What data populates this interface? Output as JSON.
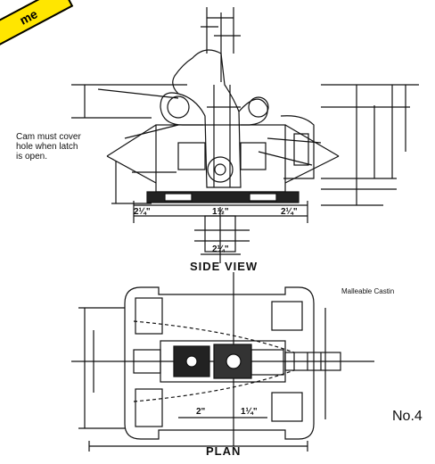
{
  "banner": {
    "text": "me"
  },
  "labels": {
    "cam_note": "Cam must cover\nhole when latch\nis open.",
    "side_view": "SIDE VIEW",
    "plan": "PLAN",
    "material": "Malleable Castin",
    "number": "No.4"
  },
  "dimensions": {
    "left_span": "2¼\"",
    "right_span": "2¼\"",
    "center_small": "1½\"",
    "center_bottom": "2¼\"",
    "plan_left": "2\"",
    "plan_right": "1¼\""
  },
  "colors": {
    "ink": "#111111",
    "banner": "#ffe600",
    "paper": "#ffffff"
  }
}
